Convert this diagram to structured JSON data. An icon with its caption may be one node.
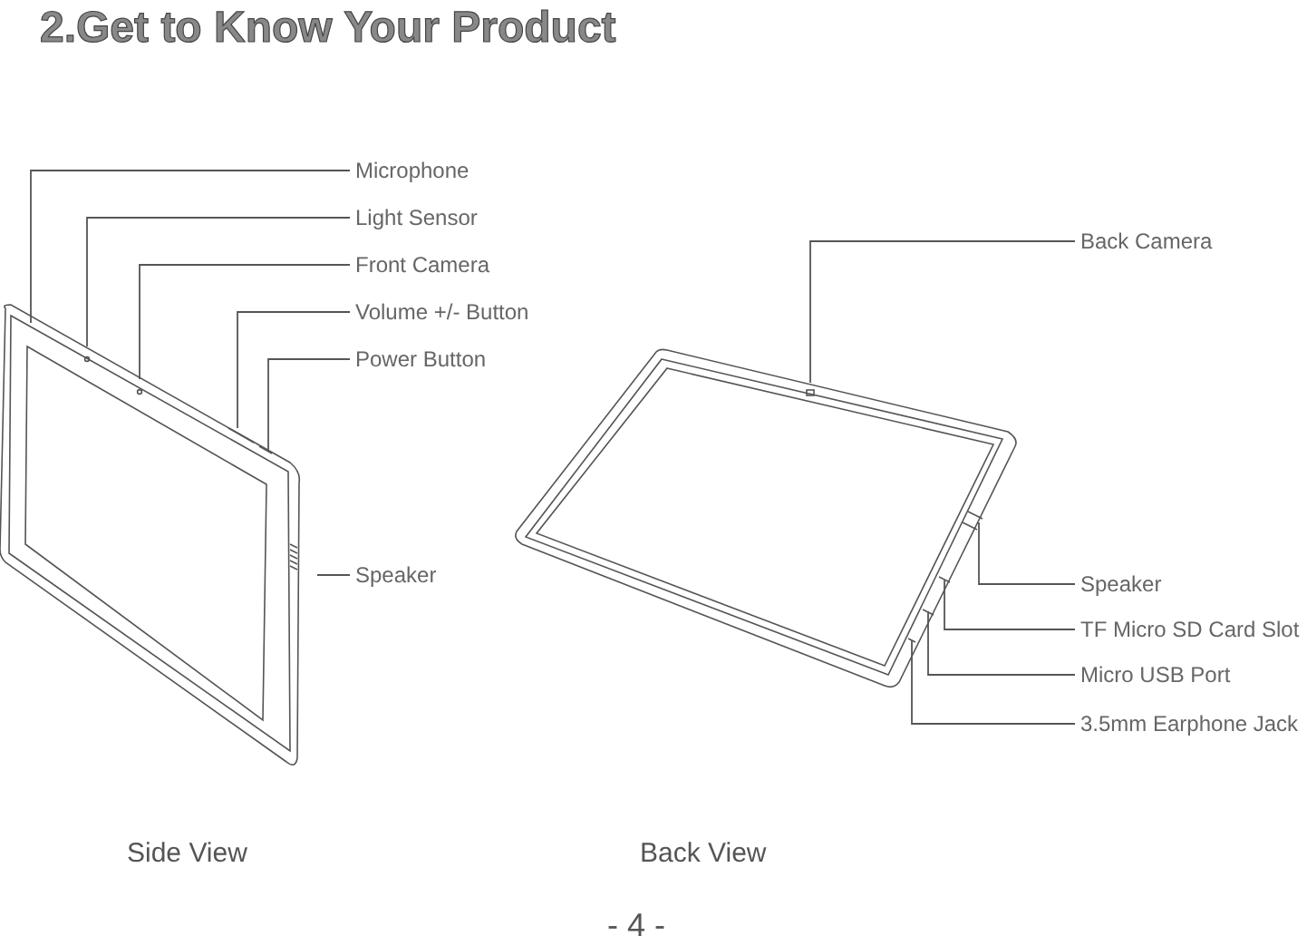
{
  "diagram": {
    "title": "2.Get to Know Your Product",
    "nodes": [
      {
        "text": [
          "Microphone"
        ]
      },
      {
        "text": [
          "Light Sensor"
        ]
      },
      {
        "text": [
          "Front Camera"
        ]
      },
      {
        "text": [
          "Volume +/- Button"
        ]
      },
      {
        "text": [
          "Power Button"
        ]
      },
      {
        "text": [
          "Speaker"
        ]
      },
      {
        "text": [
          "Back Camera"
        ]
      },
      {
        "text": [
          "Speaker"
        ]
      },
      {
        "text": [
          "TF Micro SD Card Slot"
        ]
      },
      {
        "text": [
          "Micro USB Port"
        ]
      },
      {
        "text": [
          "3.5mm Earphone Jack"
        ]
      }
    ],
    "edges": [
      {
        "from": 0,
        "to": null,
        "arrow": "none"
      },
      {
        "from": 1,
        "to": null,
        "arrow": "none"
      },
      {
        "from": 2,
        "to": null,
        "arrow": "none"
      },
      {
        "from": 3,
        "to": null,
        "arrow": "none"
      },
      {
        "from": 4,
        "to": null,
        "arrow": "none"
      },
      {
        "from": 5,
        "to": null,
        "arrow": "none"
      },
      {
        "from": 6,
        "to": null,
        "arrow": "none"
      },
      {
        "from": 7,
        "to": null,
        "arrow": "none"
      },
      {
        "from": 8,
        "to": null,
        "arrow": "none"
      },
      {
        "from": 9,
        "to": null,
        "arrow": "none"
      },
      {
        "from": 10,
        "to": null,
        "arrow": "none"
      }
    ],
    "labels": [
      "Side View",
      "Back View",
      "- 4 -"
    ]
  }
}
